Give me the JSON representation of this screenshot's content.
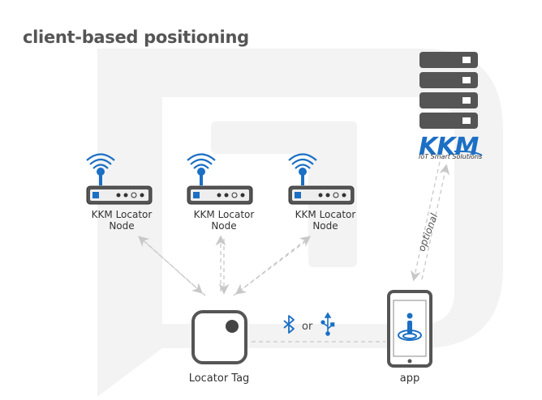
{
  "title": "client-based positioning",
  "nodes": [
    {
      "label_line1": "KKM Locator",
      "label_line2": "Node"
    },
    {
      "label_line1": "KKM Locator",
      "label_line2": "Node"
    },
    {
      "label_line1": "KKM Locator",
      "label_line2": "Node"
    }
  ],
  "tag_label": "Locator Tag",
  "app_label": "app",
  "optional_label": "optional",
  "or_label": "or",
  "brand": {
    "name": "KKM",
    "tagline": "IoT Smart Solutions"
  },
  "colors": {
    "accent": "#1b6fc4",
    "device": "#4a4a4a",
    "server": "#555555",
    "arrow": "#c8c8c8",
    "background_logo": "#f3f3f3"
  },
  "icons": [
    "wifi-signal-icon",
    "bluetooth-icon",
    "usb-icon",
    "location-person-icon",
    "server-icon"
  ]
}
